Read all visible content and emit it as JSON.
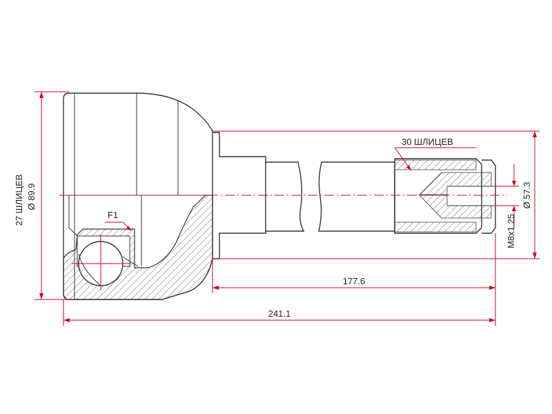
{
  "diagram": {
    "splines_outer_label": "27 ШЛИЦЕВ",
    "outer_diameter_label": "Ø 89.9",
    "splines_shaft_label": "30 ШЛИЦЕВ",
    "shaft_diameter_label": "Ø 57.3",
    "thread_label": "M8x1.25",
    "shaft_length_label": "177.6",
    "total_length_label": "241.1",
    "feature_label": "F1"
  },
  "colors": {
    "dimension": "#d0021b",
    "outline": "#333333",
    "hatch": "#555555"
  }
}
